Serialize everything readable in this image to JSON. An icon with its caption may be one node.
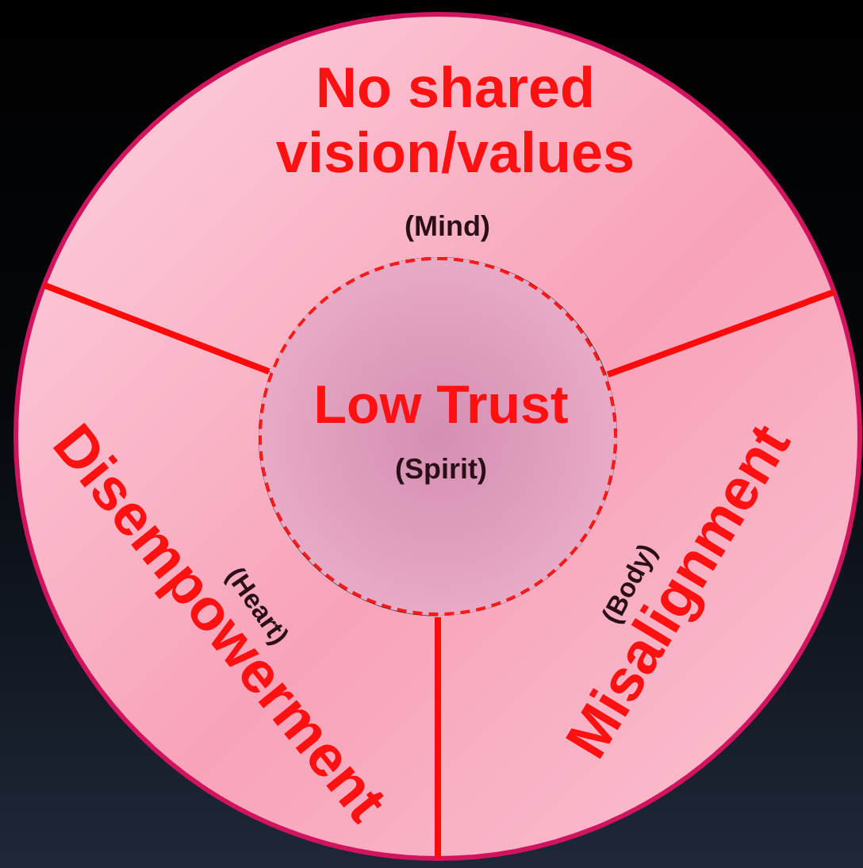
{
  "diagram": {
    "nodes": [
      {
        "text": [
          "No shared vision/values",
          "(Mind)"
        ]
      },
      {
        "text": [
          "Disempowerment",
          "(Heart)"
        ]
      },
      {
        "text": [
          "Misalignment",
          "(Body)"
        ]
      },
      {
        "text": [
          "Low Trust",
          "(Spirit)"
        ]
      }
    ]
  }
}
